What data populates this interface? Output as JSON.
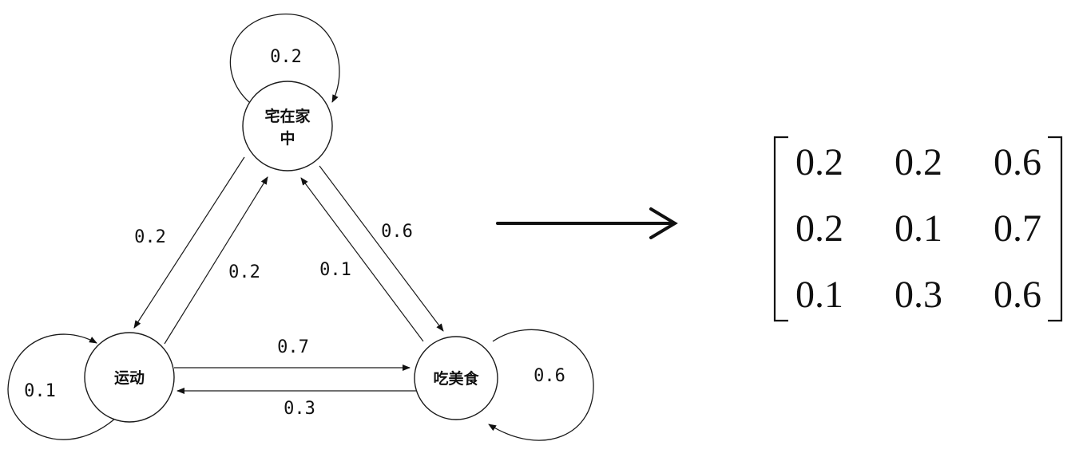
{
  "nodes": {
    "home": {
      "line1": "宅在家",
      "line2": "中"
    },
    "sport": {
      "label": "运动"
    },
    "food": {
      "label": "吃美食"
    }
  },
  "edges": {
    "home_self": "0.2",
    "home_to_sport": "0.2",
    "sport_to_home": "0.2",
    "food_to_home": "0.1",
    "home_to_food": "0.6",
    "sport_to_food": "0.7",
    "food_to_sport": "0.3",
    "sport_self": "0.1",
    "food_self": "0.6"
  },
  "matrix": {
    "rows": [
      [
        "0.2",
        "0.2",
        "0.6"
      ],
      [
        "0.2",
        "0.1",
        "0.7"
      ],
      [
        "0.1",
        "0.3",
        "0.6"
      ]
    ]
  }
}
